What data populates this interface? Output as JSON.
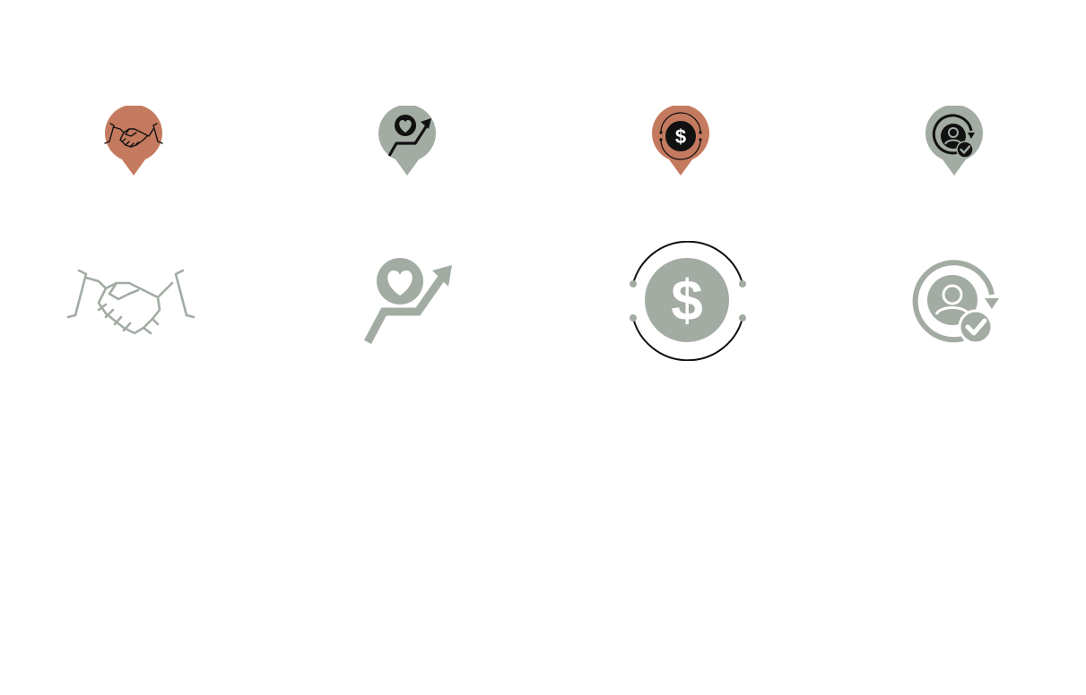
{
  "colors": {
    "terracotta": "#c47a5e",
    "sage": "#a3aca3",
    "ink": "#111111",
    "white": "#ffffff",
    "background": "#ffffff"
  },
  "pin_icons": [
    {
      "icon": "handshake-icon",
      "pin_color": "terracotta"
    },
    {
      "icon": "heart-growth-icon",
      "pin_color": "sage"
    },
    {
      "icon": "dollar-cycle-icon",
      "pin_color": "terracotta"
    },
    {
      "icon": "user-verified-icon",
      "pin_color": "sage"
    }
  ],
  "large_icons": [
    {
      "icon": "handshake-icon",
      "color": "sage"
    },
    {
      "icon": "heart-growth-icon",
      "color": "sage"
    },
    {
      "icon": "dollar-cycle-icon",
      "color": "sage"
    },
    {
      "icon": "user-verified-icon",
      "color": "sage"
    }
  ],
  "currency_symbol": "$"
}
